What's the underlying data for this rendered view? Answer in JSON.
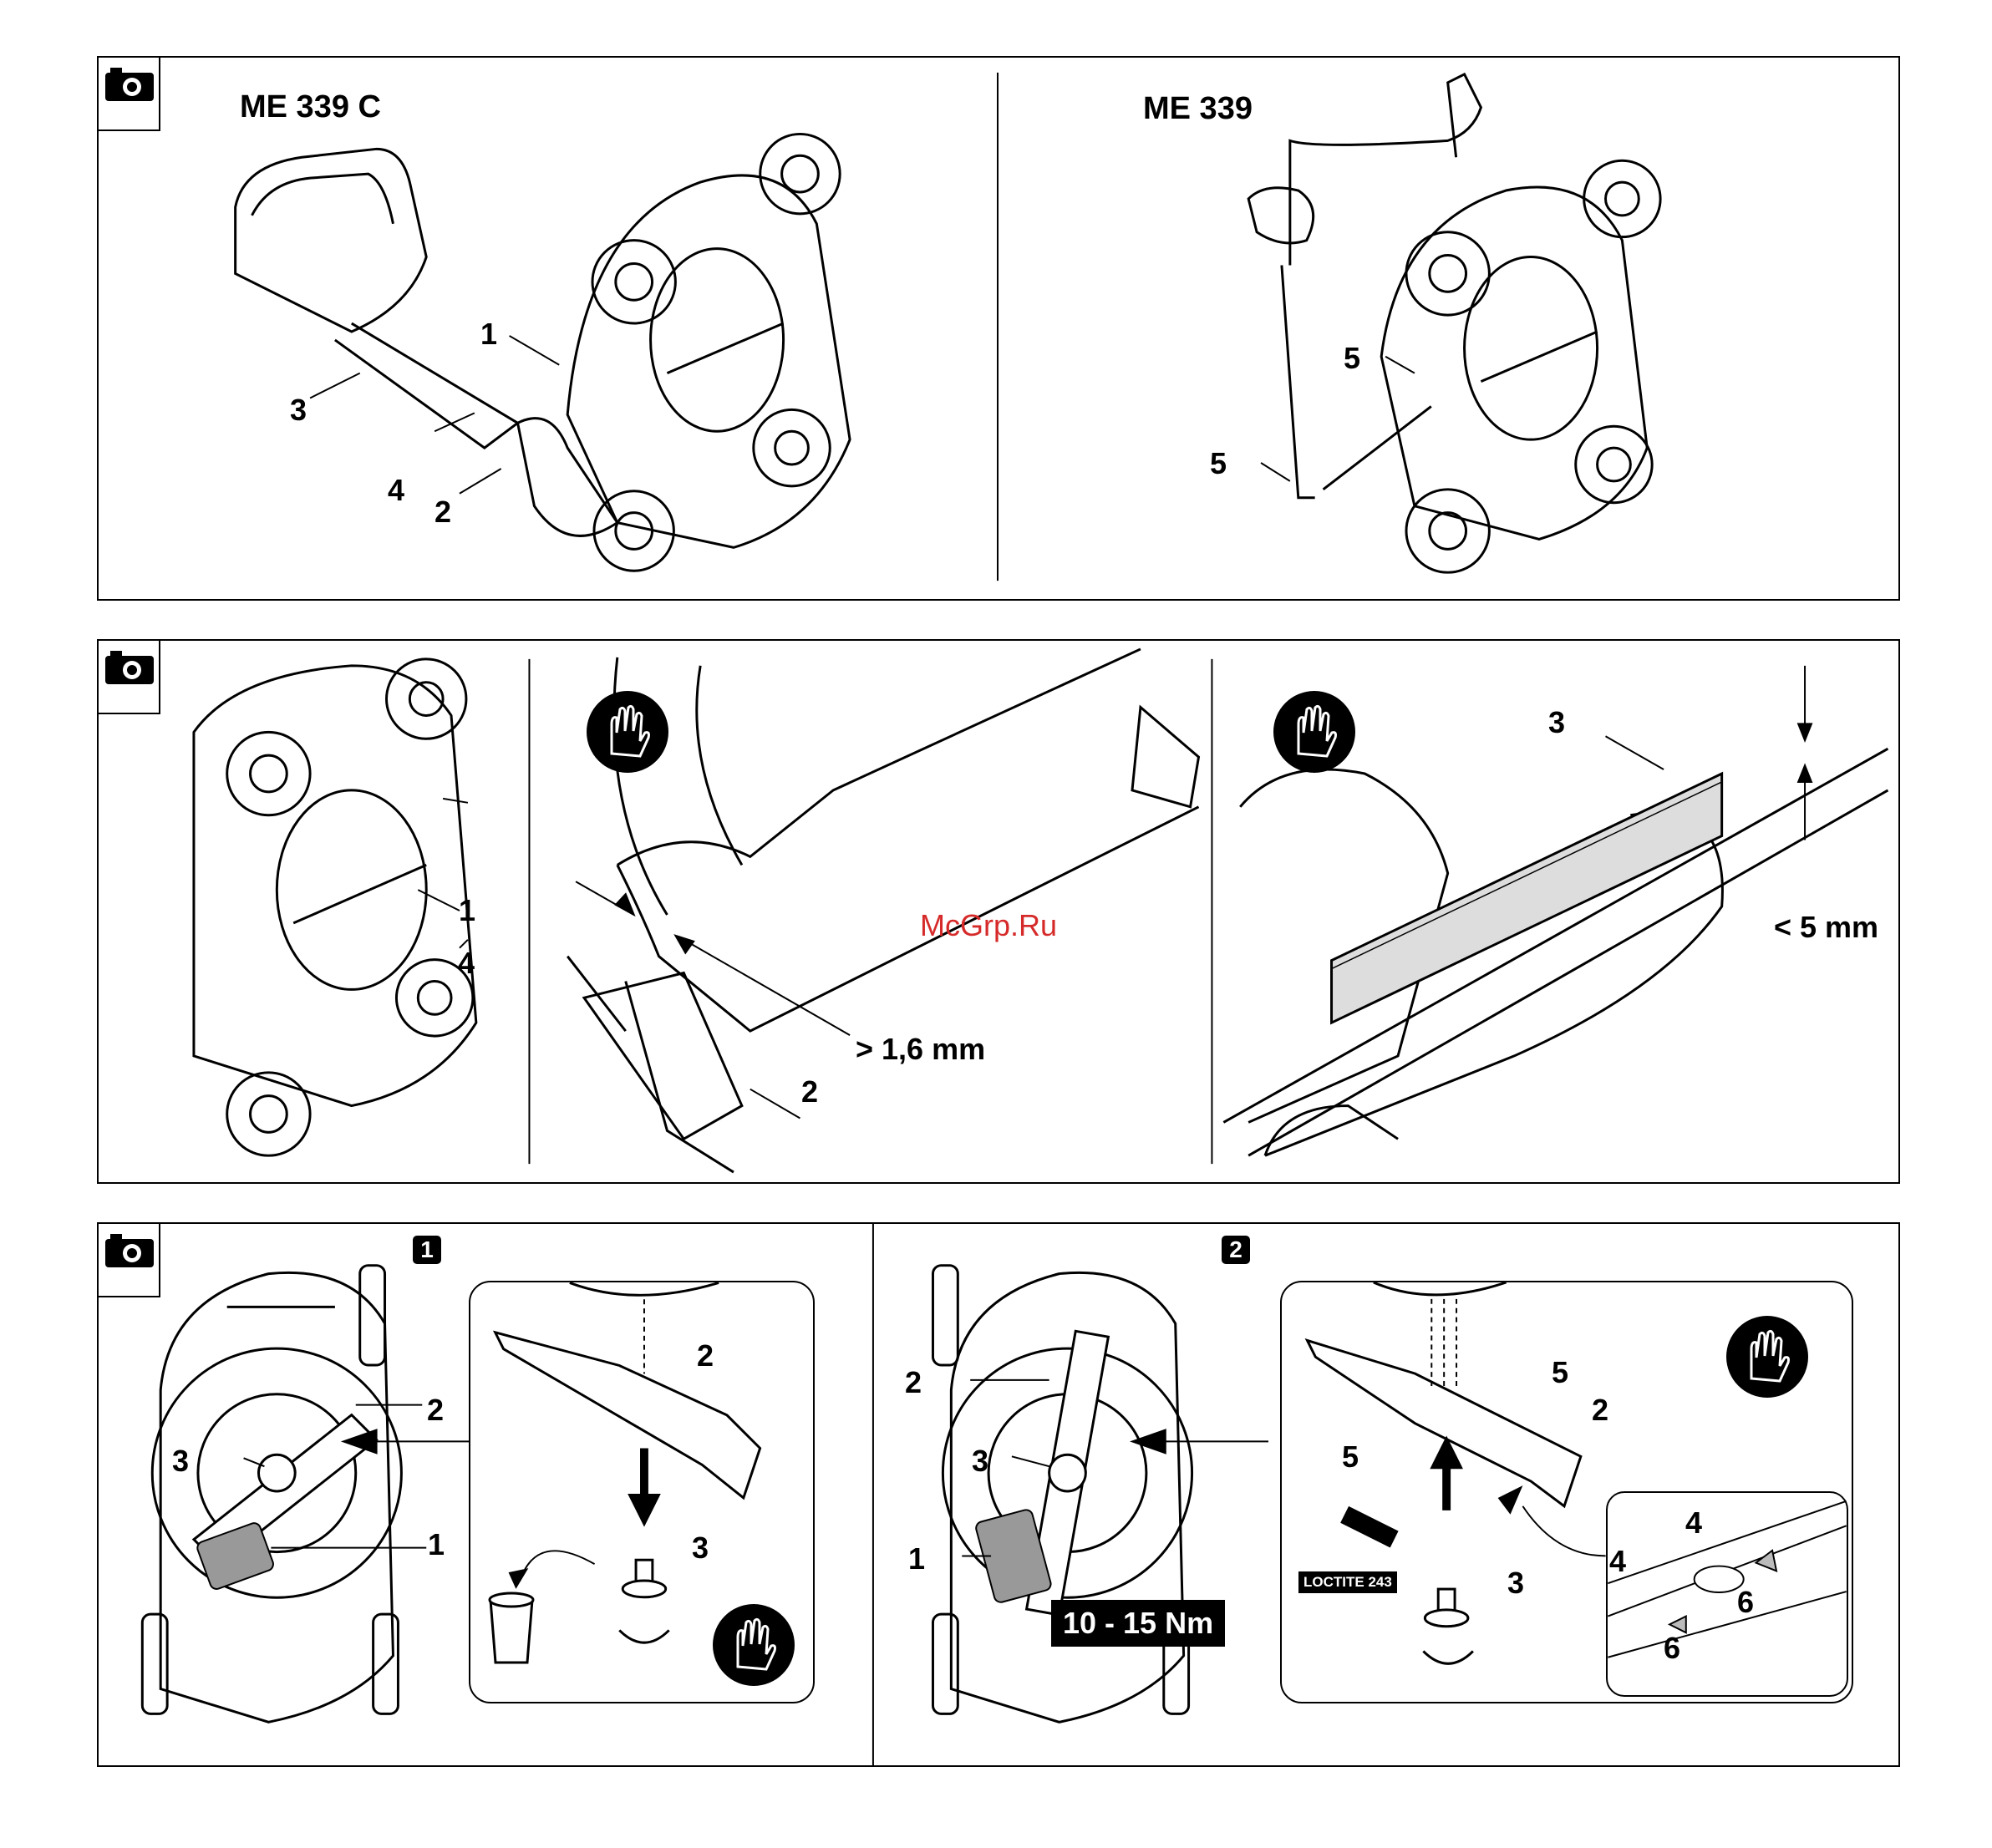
{
  "panels": {
    "top": {
      "left_title": "ME 339 C",
      "right_title": "ME 339",
      "callouts": {
        "c1": "1",
        "c2": "2",
        "c3": "3",
        "c4": "4",
        "c5a": "5",
        "c5b": "5"
      }
    },
    "middle": {
      "callouts": {
        "c1": "1",
        "c4": "4",
        "c2": "2",
        "c3": "3"
      },
      "measure_thickness": "> 1,6 mm",
      "measure_gap": "< 5 mm",
      "watermark": "McGrp.Ru"
    },
    "bottom": {
      "step1": "1",
      "step2": "2",
      "left_callouts": {
        "c2": "2",
        "c3": "3",
        "c1": "1",
        "ic2": "2",
        "ic3": "3"
      },
      "right_callouts": {
        "c2": "2",
        "c3": "3",
        "c1": "1",
        "ic5a": "5",
        "ic2": "2",
        "ic5b": "5",
        "ic3": "3",
        "d4a": "4",
        "d4b": "4",
        "d6a": "6",
        "d6b": "6"
      },
      "torque": "10 - 15 Nm",
      "loctite": "LOCTITE 243"
    }
  },
  "icons": [
    "camera-icon",
    "gloves-icon",
    "trash-bin-icon",
    "rotate-arrow-icon"
  ]
}
